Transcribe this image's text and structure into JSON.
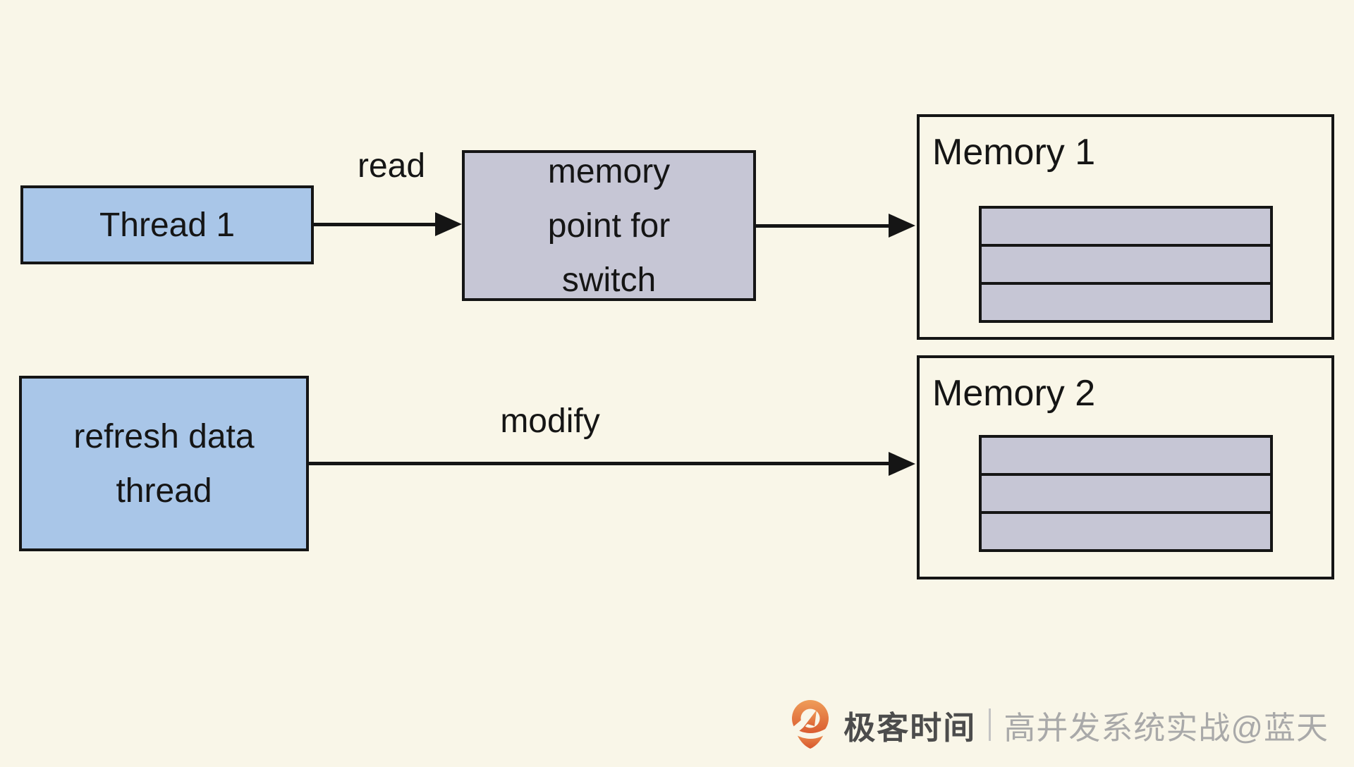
{
  "colors": {
    "bg": "#f9f6e8",
    "box_blue": "#a9c6e8",
    "box_gray": "#c6c6d5",
    "line": "#151515",
    "ink": "#151515",
    "brand_orange_1": "#ef9d59",
    "brand_orange_2": "#d8562c",
    "brand_text": "#4c4c4c",
    "watermark": "#a9a9a9",
    "separator": "#c4c4c4"
  },
  "diagram": {
    "thread1": {
      "label": "Thread 1"
    },
    "read_label": "read",
    "memory_point": {
      "lines": [
        "memory",
        "point for",
        "switch"
      ]
    },
    "memory1": {
      "title": "Memory 1",
      "slots": 3
    },
    "refresh_thread": {
      "lines": [
        "refresh data",
        "thread"
      ]
    },
    "modify_label": "modify",
    "memory2": {
      "title": "Memory 2",
      "slots": 3
    }
  },
  "footer": {
    "brand": "极客时间",
    "separator": "｜",
    "watermark": "高并发系统实战@蓝天"
  }
}
